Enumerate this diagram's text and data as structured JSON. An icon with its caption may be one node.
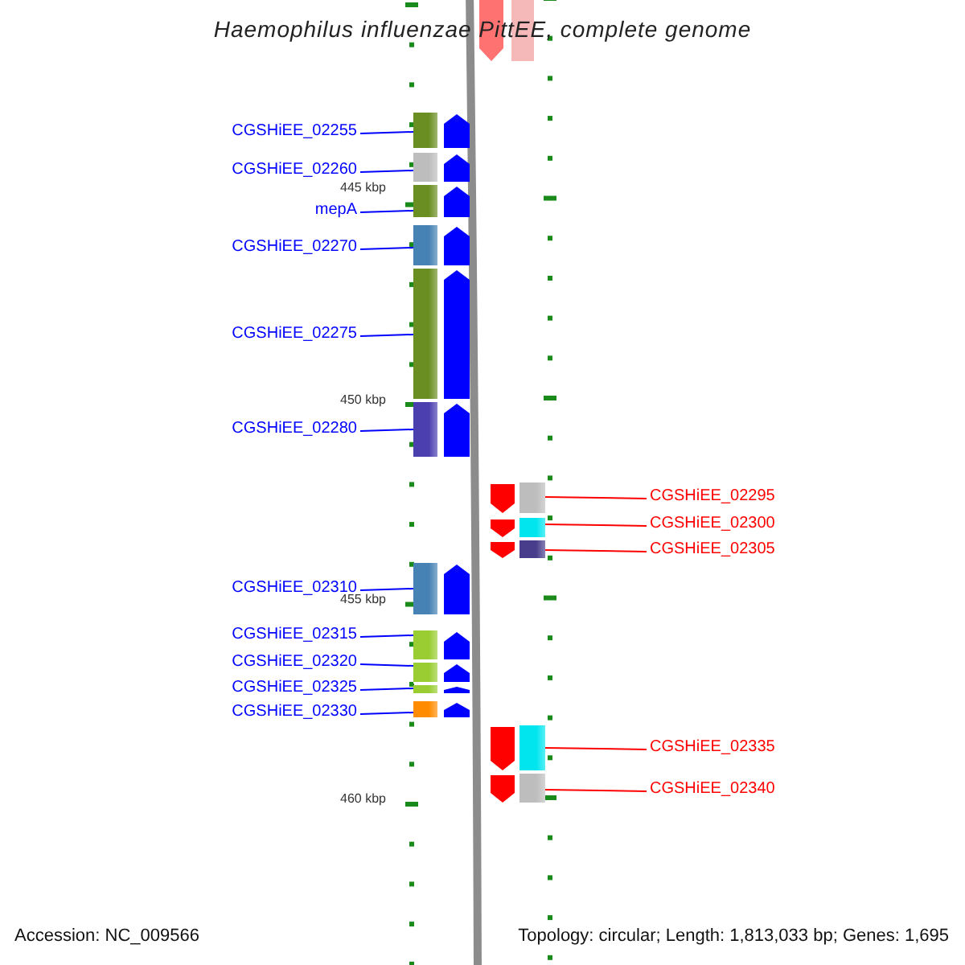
{
  "diagram": {
    "title": "Haemophilus influenzae PittEE, complete genome",
    "nodes": [
      {
        "text": [
          "CGSHiEE_02255"
        ]
      },
      {
        "text": [
          "CGSHiEE_02260"
        ]
      },
      {
        "text": [
          "mepA"
        ]
      },
      {
        "text": [
          "CGSHiEE_02270"
        ]
      },
      {
        "text": [
          "CGSHiEE_02275"
        ]
      },
      {
        "text": [
          "CGSHiEE_02280"
        ]
      },
      {
        "text": [
          "CGSHiEE_02295"
        ]
      },
      {
        "text": [
          "CGSHiEE_02300"
        ]
      },
      {
        "text": [
          "CGSHiEE_02305"
        ]
      },
      {
        "text": [
          "CGSHiEE_02310"
        ]
      },
      {
        "text": [
          "CGSHiEE_02315"
        ]
      },
      {
        "text": [
          "CGSHiEE_02320"
        ]
      },
      {
        "text": [
          "CGSHiEE_02325"
        ]
      },
      {
        "text": [
          "CGSHiEE_02330"
        ]
      },
      {
        "text": [
          "CGSHiEE_02335"
        ]
      },
      {
        "text": [
          "CGSHiEE_02340"
        ]
      },
      {
        "text": [],
        "shape": "bar"
      },
      {
        "text": [],
        "shape": "bar"
      },
      {
        "text": [],
        "shape": "bar"
      },
      {
        "text": [],
        "shape": "bar"
      },
      {
        "text": [],
        "shape": "bar"
      },
      {
        "text": [],
        "shape": "bar"
      },
      {
        "text": [],
        "shape": "bar"
      },
      {
        "text": [],
        "shape": "bar"
      },
      {
        "text": [],
        "shape": "bar"
      },
      {
        "text": [],
        "shape": "bar"
      },
      {
        "text": [],
        "shape": "bar"
      },
      {
        "text": [],
        "shape": "bar"
      },
      {
        "text": [],
        "shape": "bar"
      },
      {
        "text": [],
        "shape": "bar"
      },
      {
        "text": [],
        "shape": "bar"
      },
      {
        "text": [],
        "shape": "bar"
      }
    ],
    "edges": [
      {
        "from": 0,
        "to": 16,
        "arrow": "none"
      },
      {
        "from": 1,
        "to": 17,
        "arrow": "none"
      },
      {
        "from": 2,
        "to": 18,
        "arrow": "none"
      },
      {
        "from": 3,
        "to": 19,
        "arrow": "none"
      },
      {
        "from": 4,
        "to": 20,
        "arrow": "none"
      },
      {
        "from": 5,
        "to": 21,
        "arrow": "none"
      },
      {
        "from": 6,
        "to": 22,
        "arrow": "none",
        "color": "#ff0000"
      },
      {
        "from": 7,
        "to": 23,
        "arrow": "none",
        "color": "#ff0000"
      },
      {
        "from": 8,
        "to": 24,
        "arrow": "none",
        "color": "#ff0000"
      },
      {
        "from": 9,
        "to": 25,
        "arrow": "none"
      },
      {
        "from": 10,
        "to": 26,
        "arrow": "none"
      },
      {
        "from": 11,
        "to": 27,
        "arrow": "none"
      },
      {
        "from": 12,
        "to": 28,
        "arrow": "none"
      },
      {
        "from": 13,
        "to": 29,
        "arrow": "none"
      },
      {
        "from": 14,
        "to": 30,
        "arrow": "none",
        "color": "#ff0000"
      },
      {
        "from": 15,
        "to": 31,
        "arrow": "none",
        "color": "#ff0000"
      }
    ],
    "labels": [
      "445 kbp",
      "450 kbp",
      "455 kbp",
      "460 kbp",
      "Accession: NC_009566",
      "Topology: circular; Length: 1,813,033 bp; Genes: 1,695"
    ]
  }
}
